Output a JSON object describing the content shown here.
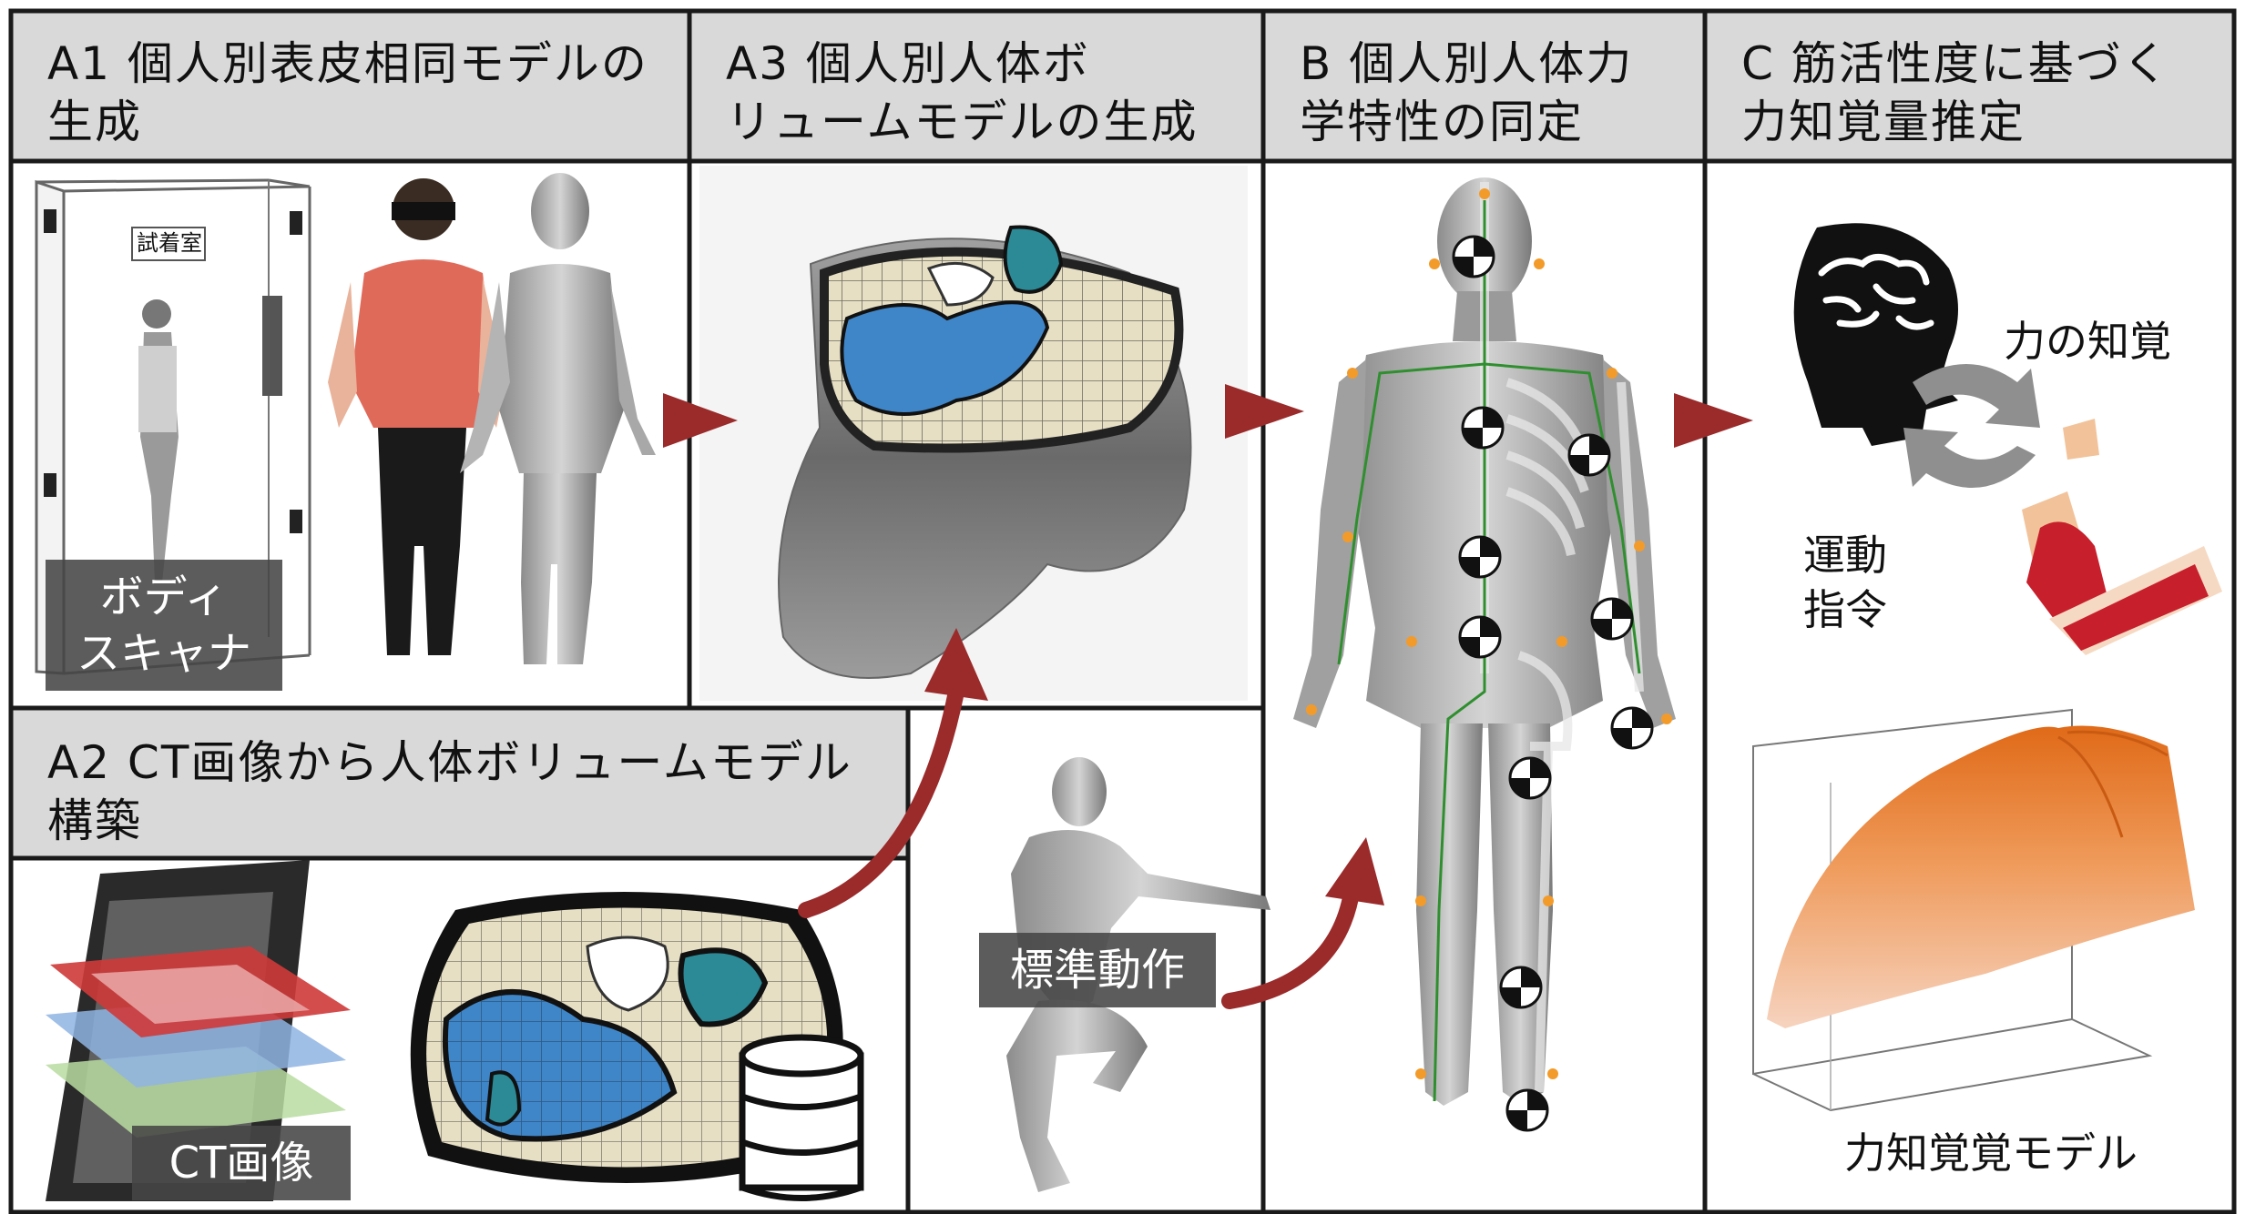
{
  "headers": {
    "a1": "A1 個人別表皮相同モデルの\n生成",
    "a3": "A3 個人別人体ボ\nリュームモデルの生成",
    "b": "B 個人別人体力\n学特性の同定",
    "c": "C 筋活性度に基づく\n力知覚量推定",
    "a2": "A2 CT画像から人体ボリュームモデル\n構築"
  },
  "tags": {
    "body_scanner": "ボディ\nスキャナ",
    "ct_image": "CT画像",
    "standard_motion": "標準動作"
  },
  "labels": {
    "fitting_room": "試着室",
    "force_perception": "力の知覚",
    "motor_command": "運動\n指令",
    "force_model": "力知覚覚モデル"
  },
  "colors": {
    "header_bg": "#d9d9d9",
    "arrow": "#9b2b2b",
    "muscle_blue": "#3f86c9",
    "organ_teal": "#2b8a96",
    "fat_beige": "#e6dfc4",
    "surface_orange": "#e8833a"
  }
}
